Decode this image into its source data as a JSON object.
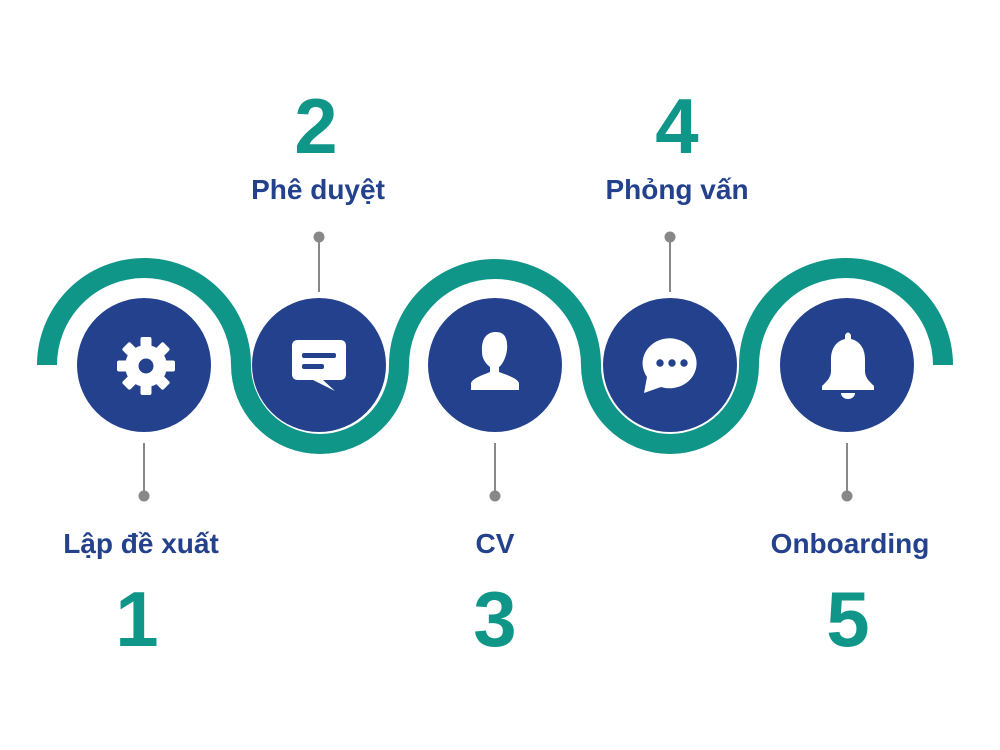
{
  "colors": {
    "wave": "#0f9688",
    "circle": "#23418c",
    "label": "#23418c",
    "number": "#0f9688",
    "connector": "#888888",
    "icon": "#ffffff"
  },
  "steps": [
    {
      "number": "1",
      "label": "Lập đề xuất",
      "icon": "gear-icon"
    },
    {
      "number": "2",
      "label": "Phê duyệt",
      "icon": "message-icon"
    },
    {
      "number": "3",
      "label": "CV",
      "icon": "person-icon"
    },
    {
      "number": "4",
      "label": "Phỏng vấn",
      "icon": "chat-bubble-icon"
    },
    {
      "number": "5",
      "label": "Onboarding",
      "icon": "bell-icon"
    }
  ]
}
